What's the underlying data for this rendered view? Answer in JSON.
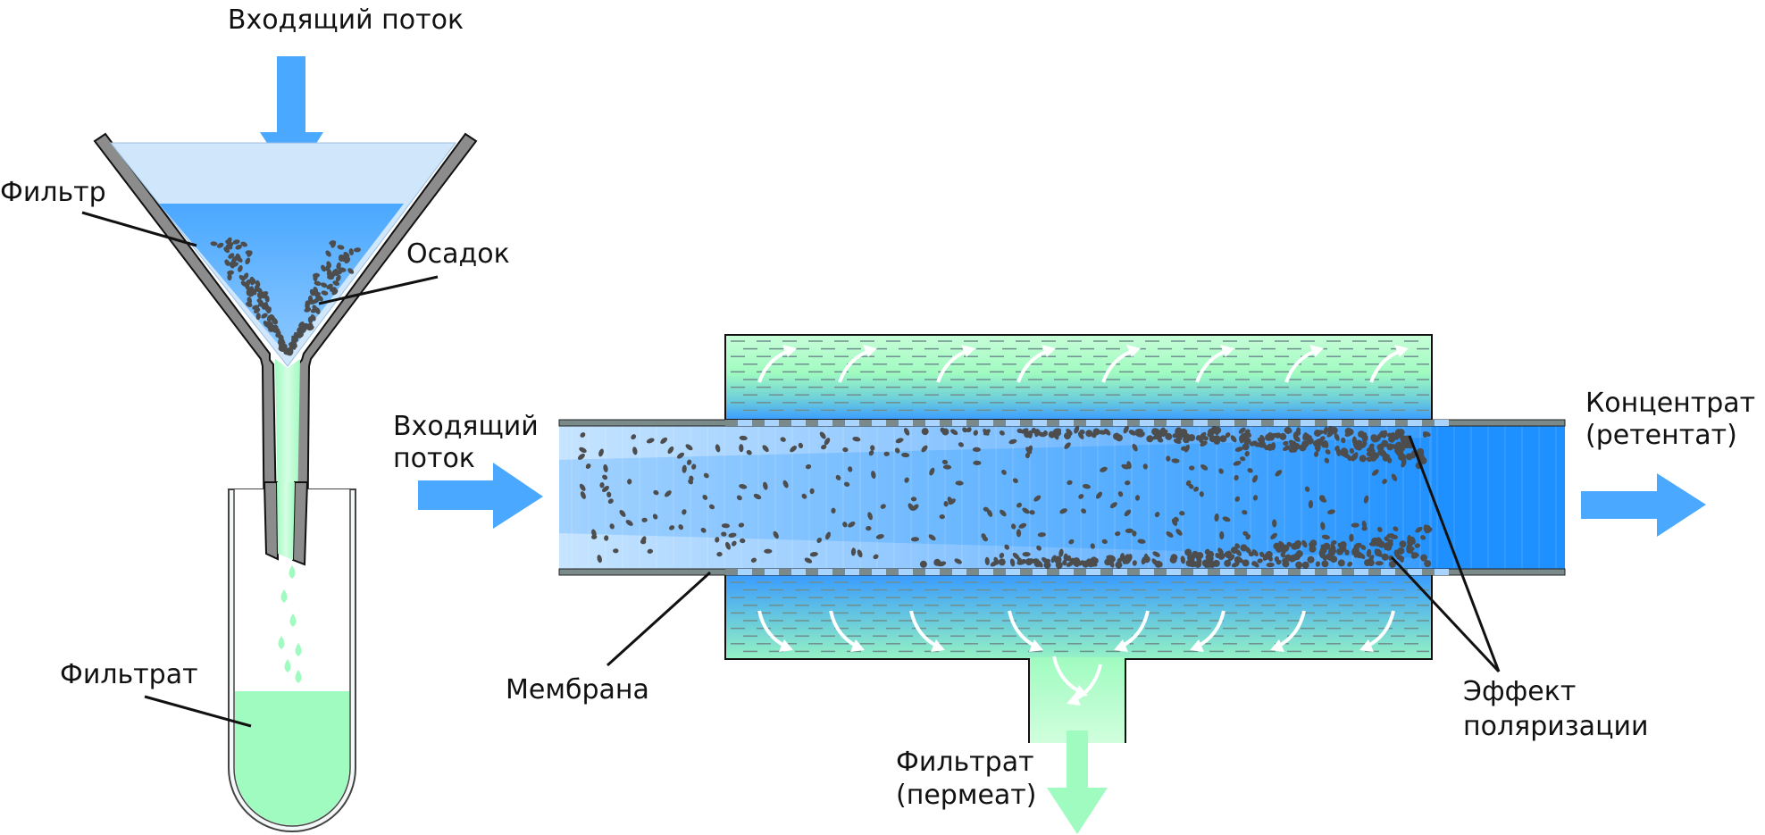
{
  "title": "Dead-end filtration vs. cross-flow filtration",
  "colors": {
    "flow_arrow": "#4aa8ff",
    "feed_water": "#4aa8ff",
    "feed_water_light": "#c6e4ff",
    "concentrate_water": "#1e90ff",
    "filtrate": "#a0fbc0",
    "filtrate_light": "#c8fdd8",
    "wall": "#8c8c8c",
    "membrane": "#7a8a8a",
    "particle": "#4d4d4d",
    "leader_line": "#111111"
  },
  "dead_end": {
    "inflow_label": "Входящий поток",
    "filter_label": "Фильтр",
    "sediment_label": "Осадок",
    "filtrate_label": "Фильтрат"
  },
  "cross_flow": {
    "inflow_label_line1": "Входящий",
    "inflow_label_line2": "поток",
    "concentrate_label_line1": "Концентрат",
    "concentrate_label_line2": "(ретентат)",
    "membrane_label": "Мембрана",
    "permeate_label_line1": "Фильтрат",
    "permeate_label_line2": "(пермеат)",
    "polarization_label_line1": "Эффект",
    "polarization_label_line2": "поляризации"
  }
}
